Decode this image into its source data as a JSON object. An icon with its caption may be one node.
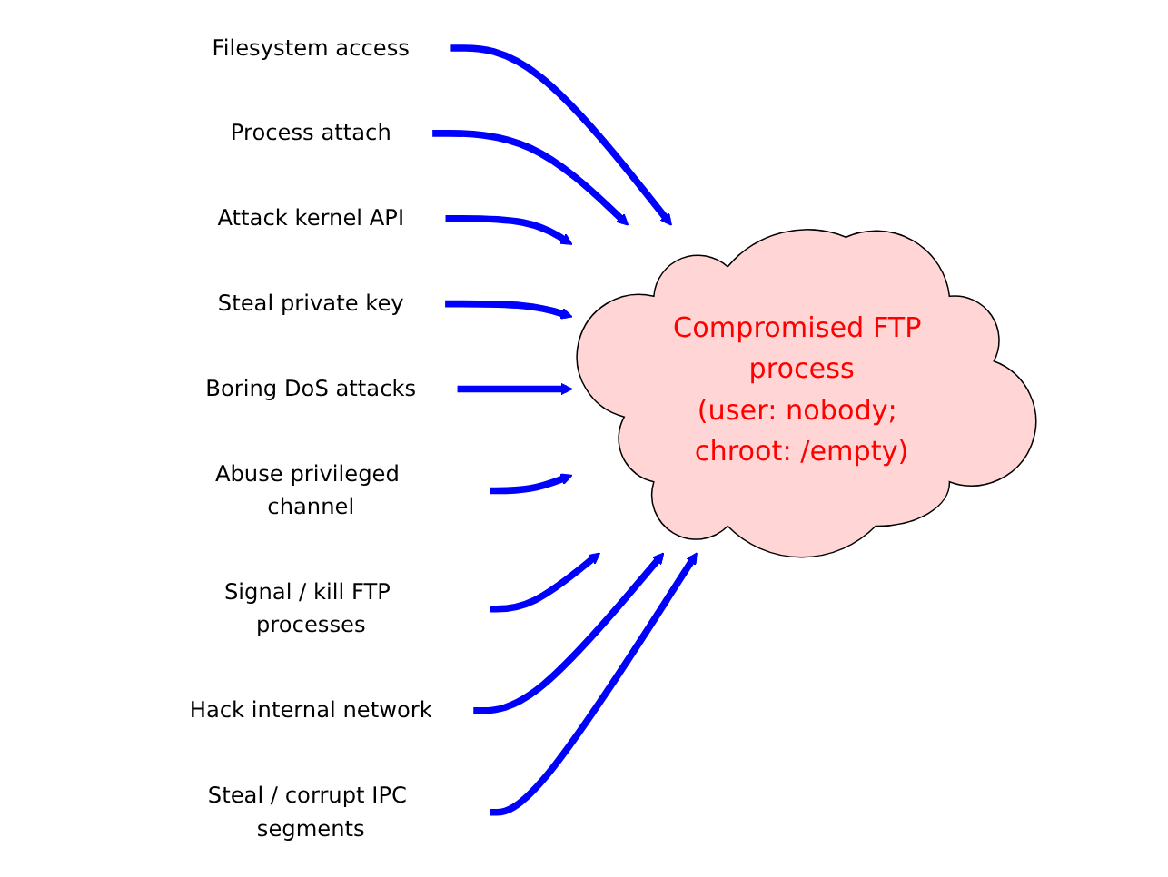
{
  "diagram": {
    "nodes": [
      {
        "text": [
          "Filesystem access"
        ]
      },
      {
        "text": [
          "Process attach"
        ]
      },
      {
        "text": [
          "Attack kernel API"
        ]
      },
      {
        "text": [
          "Steal private key"
        ]
      },
      {
        "text": [
          "Boring DoS attacks"
        ]
      },
      {
        "text": [
          "Compromised FTP process",
          "(user: nobody; chroot: /empty)"
        ]
      },
      {
        "text": [
          "Abuse privileged channel"
        ]
      },
      {
        "text": [
          "Signal / kill FTP processes"
        ]
      },
      {
        "text": [
          "Hack internal network"
        ]
      },
      {
        "text": [
          "Steal / corrupt IPC segments"
        ]
      }
    ],
    "edges": [
      {
        "from": 0,
        "to": 5,
        "arrow": "to"
      },
      {
        "from": 1,
        "to": 5,
        "arrow": "to"
      },
      {
        "from": 2,
        "to": 5,
        "arrow": "to"
      },
      {
        "from": 3,
        "to": 5,
        "arrow": "to"
      },
      {
        "from": 4,
        "to": 5,
        "arrow": "to"
      },
      {
        "from": 6,
        "to": 5,
        "arrow": "to"
      },
      {
        "from": 7,
        "to": 5,
        "arrow": "to"
      },
      {
        "from": 8,
        "to": 5,
        "arrow": "to"
      },
      {
        "from": 9,
        "to": 5,
        "arrow": "to"
      }
    ]
  }
}
